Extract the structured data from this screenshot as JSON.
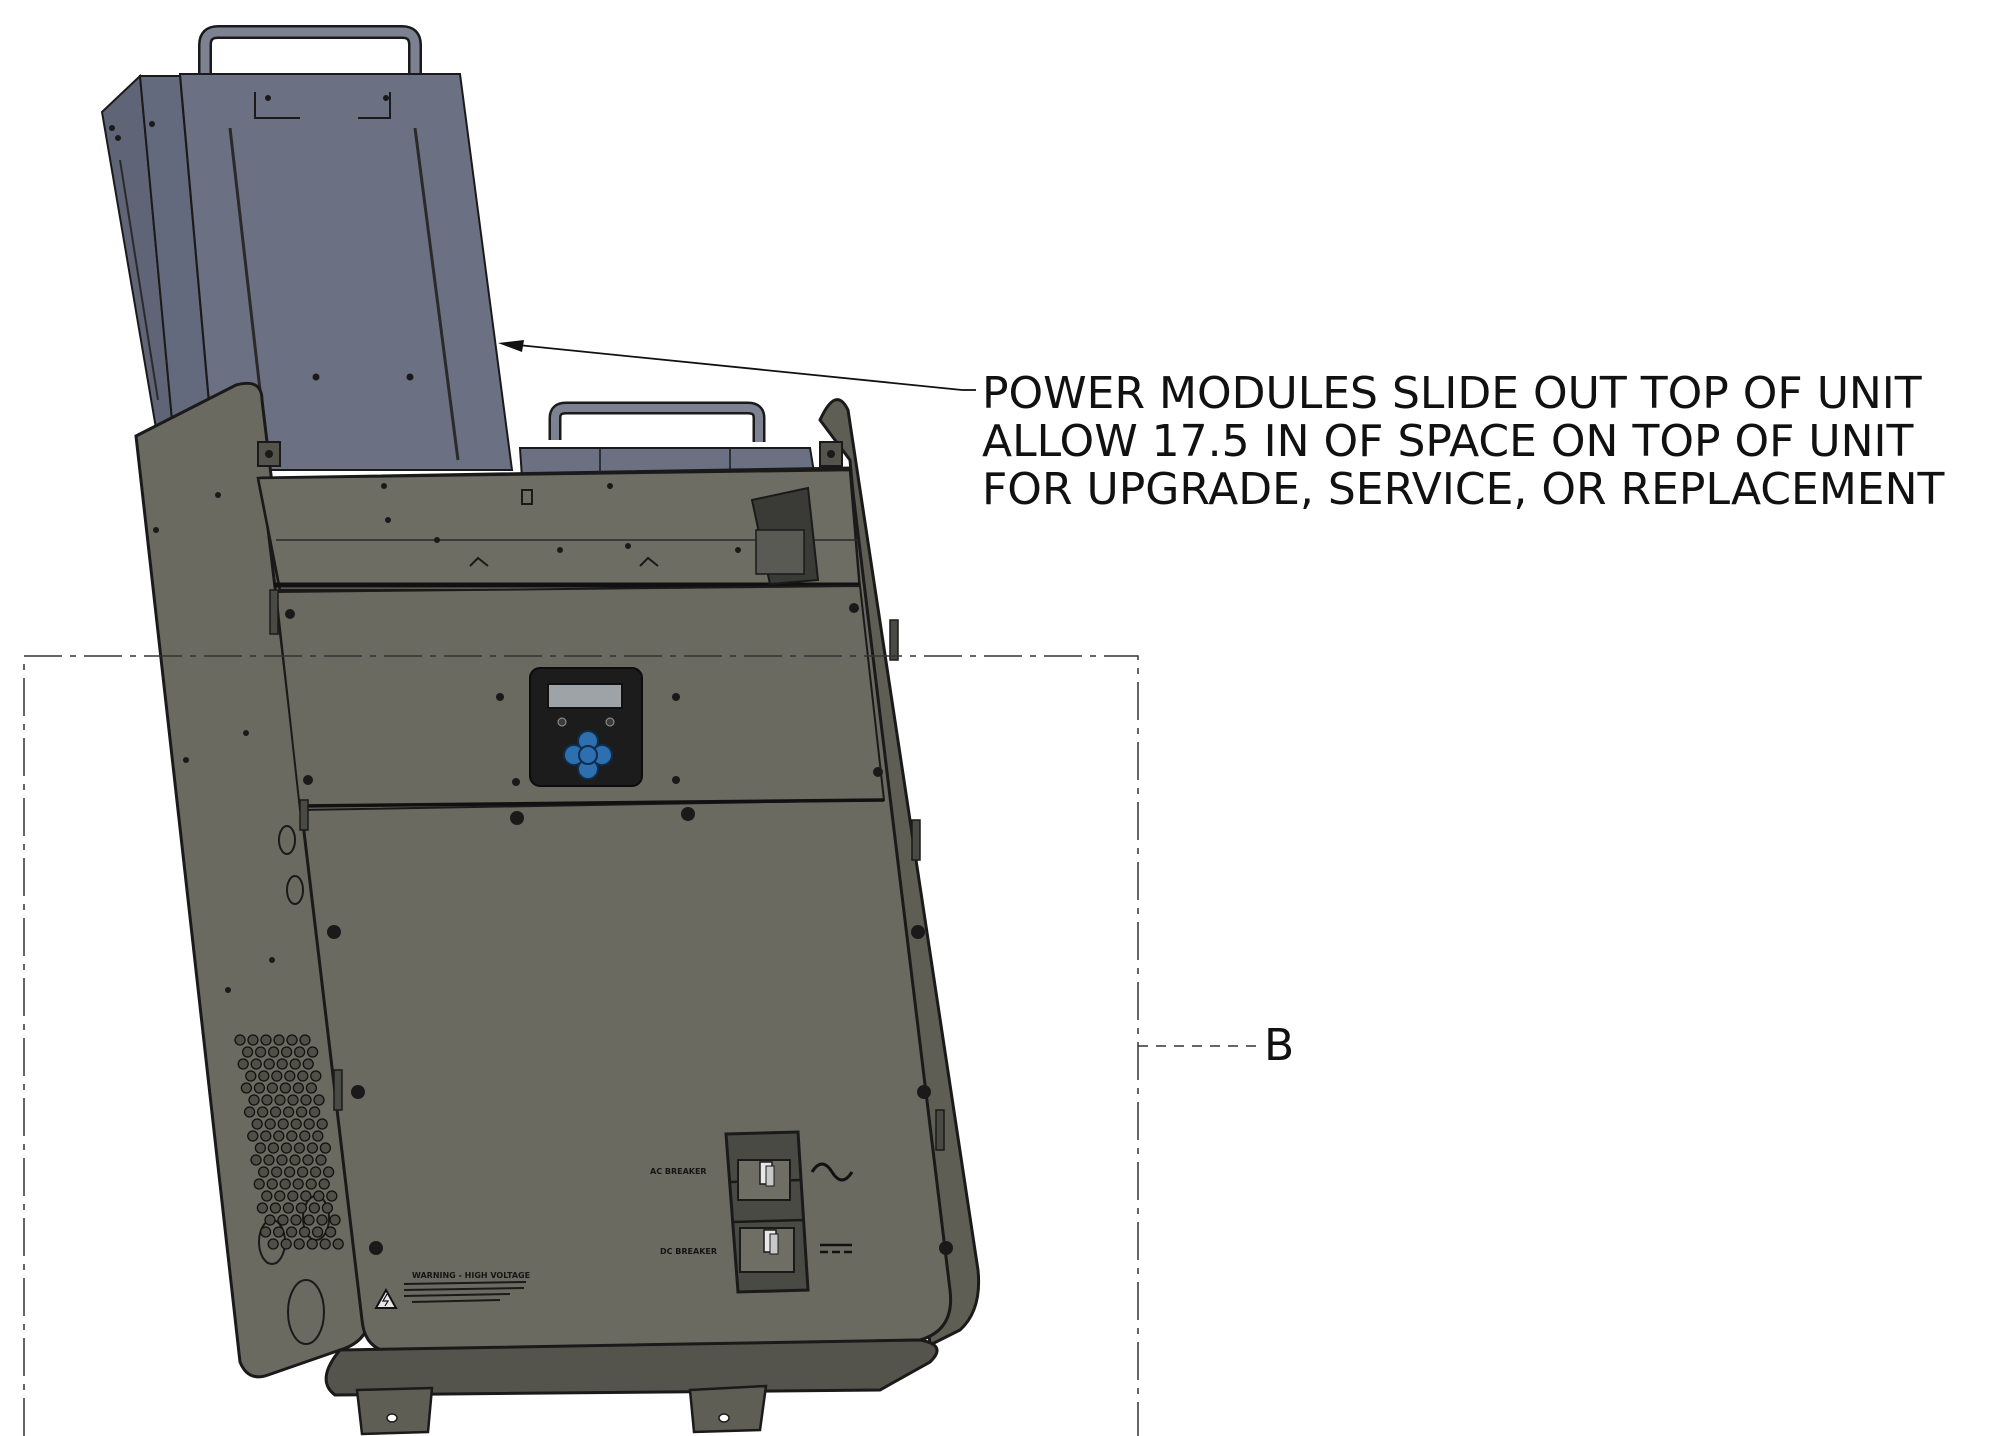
{
  "callout": {
    "lines": [
      "POWER MODULES SLIDE OUT TOP OF UNIT",
      "ALLOW 17.5 IN OF SPACE ON TOP OF UNIT",
      "FOR UPGRADE, SERVICE, OR REPLACEMENT"
    ]
  },
  "detail_view": {
    "label": "B"
  },
  "panel_labels": {
    "ac_breaker": "AC BREAKER",
    "dc_breaker": "DC BREAKER",
    "warning": "WARNING - HIGH VOLTAGE"
  },
  "colors": {
    "cabinet": "#6b6a60",
    "cabinet_dark": "#55544c",
    "power_module": "#6b7183",
    "line": "#1a1a1a",
    "keypad_button": "#2e6fb0"
  },
  "icons": {
    "ac_symbol": "sine-wave-icon",
    "dc_symbol": "dc-lines-icon",
    "warning_symbol": "high-voltage-icon"
  }
}
